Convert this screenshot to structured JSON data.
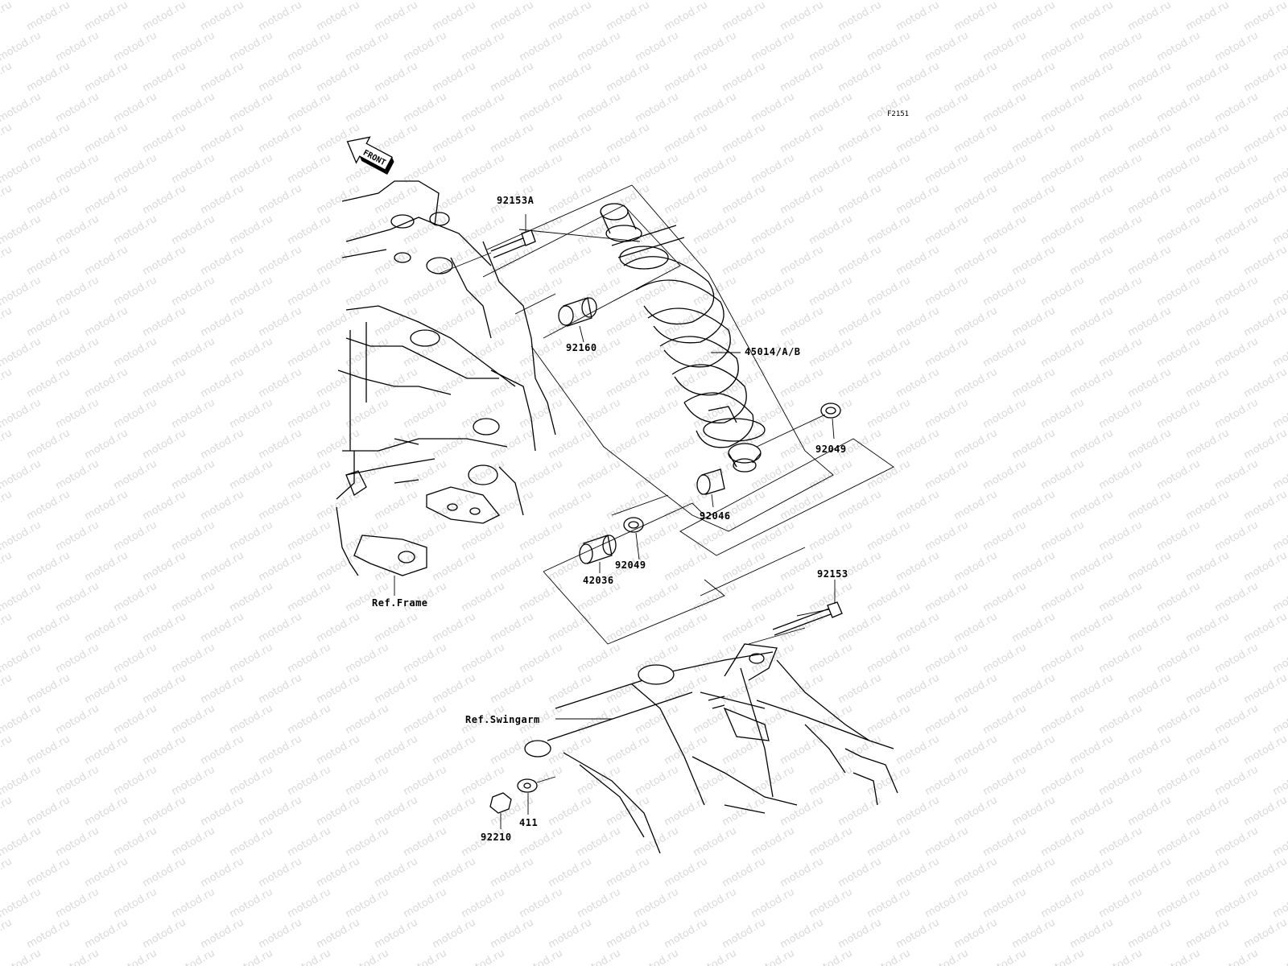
{
  "diagram_code": "F2151",
  "front_label": "FRONT",
  "watermark_text": "motod.ru",
  "parts": {
    "bolt_top": "92153A",
    "collar_top": "92160",
    "shock": "45014/A/B",
    "seal_right": "92049",
    "bearing": "92046",
    "seal_left": "92049",
    "sleeve": "42036",
    "bolt_bottom": "92153",
    "washer": "411",
    "nut": "92210"
  },
  "refs": {
    "frame": "Ref.Frame",
    "swingarm": "Ref.Swingarm"
  }
}
